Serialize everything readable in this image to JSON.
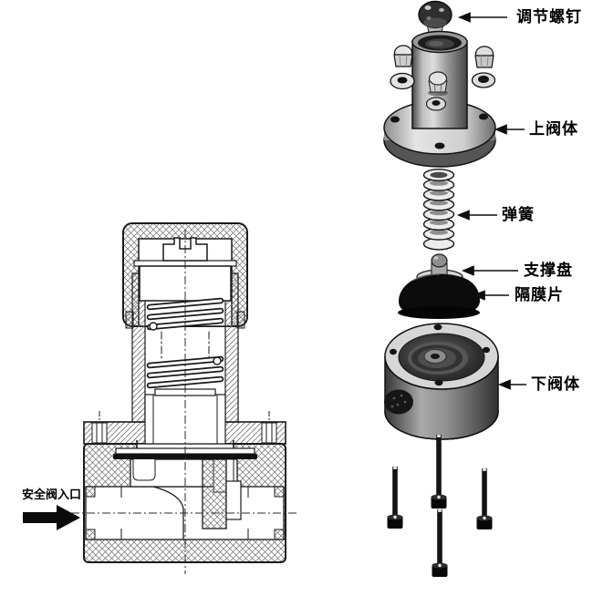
{
  "canvas": {
    "background": "#ffffff",
    "ink": "#1a1a1a",
    "diaphragm_color": "#0c0c0c"
  },
  "labels": {
    "adjustment_screw": "调节螺钉",
    "upper_valve_body": "上阀体",
    "spring": "弹簧",
    "support_plate": "支撑盘",
    "diaphragm": "隔膜片",
    "lower_valve_body": "下阀体",
    "inlet": "安全阀入口"
  }
}
